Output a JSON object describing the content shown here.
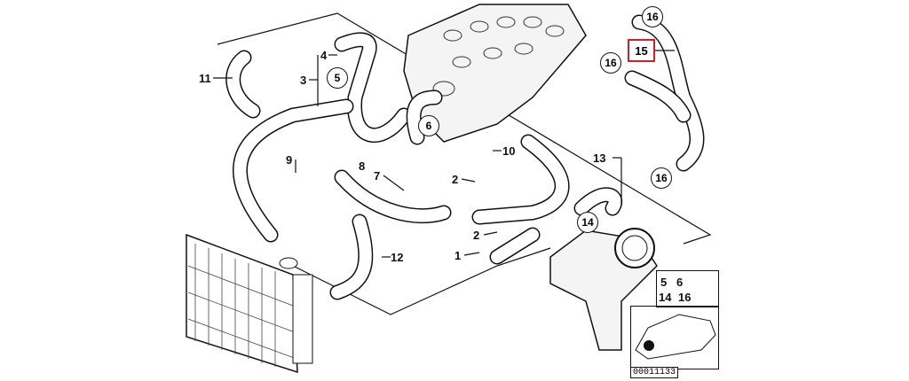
{
  "diagram": {
    "callouts": {
      "c1": "1",
      "c2a": "2",
      "c2b": "2",
      "c3": "3",
      "c4": "4",
      "c5": "5",
      "c6": "6",
      "c7": "7",
      "c8": "8",
      "c9": "9",
      "c10": "10",
      "c11": "11",
      "c12": "12",
      "c13": "13",
      "c14": "14",
      "c15": "15",
      "c16a": "16",
      "c16b": "16",
      "c16c": "16"
    },
    "highlighted_part": "15",
    "highlight_color": "#d0202a",
    "inset": {
      "labels": [
        "5",
        "6",
        "14",
        "16"
      ]
    },
    "reference_number": "00011133"
  }
}
